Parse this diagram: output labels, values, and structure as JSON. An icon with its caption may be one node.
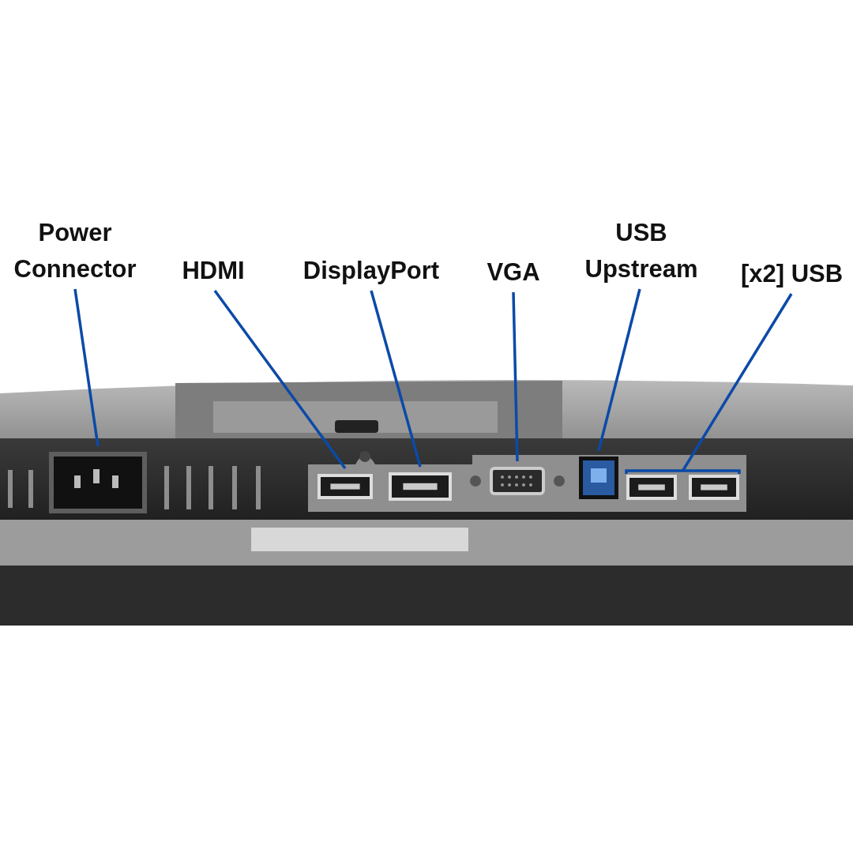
{
  "diagram": {
    "nodes": [
      {
        "text": [
          "Power Connector"
        ]
      },
      {
        "text": [
          "HDMI"
        ]
      },
      {
        "text": [
          "DisplayPort"
        ]
      },
      {
        "text": [
          "VGA"
        ]
      },
      {
        "text": [
          "USB Upstream"
        ]
      },
      {
        "text": [
          "[x2] USB"
        ]
      },
      {
        "text": [],
        "shape": "picture"
      },
      {
        "text": [],
        "shape": "picture"
      },
      {
        "text": [],
        "shape": "picture"
      },
      {
        "text": [],
        "shape": "picture"
      },
      {
        "text": [],
        "shape": "picture"
      },
      {
        "text": [],
        "shape": "picture"
      },
      {
        "text": [],
        "shape": "picture"
      }
    ],
    "edges": [
      {
        "from": 0,
        "to": 6,
        "arrow": "none"
      },
      {
        "from": 1,
        "to": 7,
        "arrow": "none"
      },
      {
        "from": 2,
        "to": 8,
        "arrow": "none"
      },
      {
        "from": 3,
        "to": 9,
        "arrow": "none"
      },
      {
        "from": 4,
        "to": 10,
        "arrow": "none"
      },
      {
        "from": 5,
        "to": 11,
        "arrow": "none"
      },
      {
        "from": 5,
        "to": 12,
        "arrow": "none"
      }
    ]
  }
}
